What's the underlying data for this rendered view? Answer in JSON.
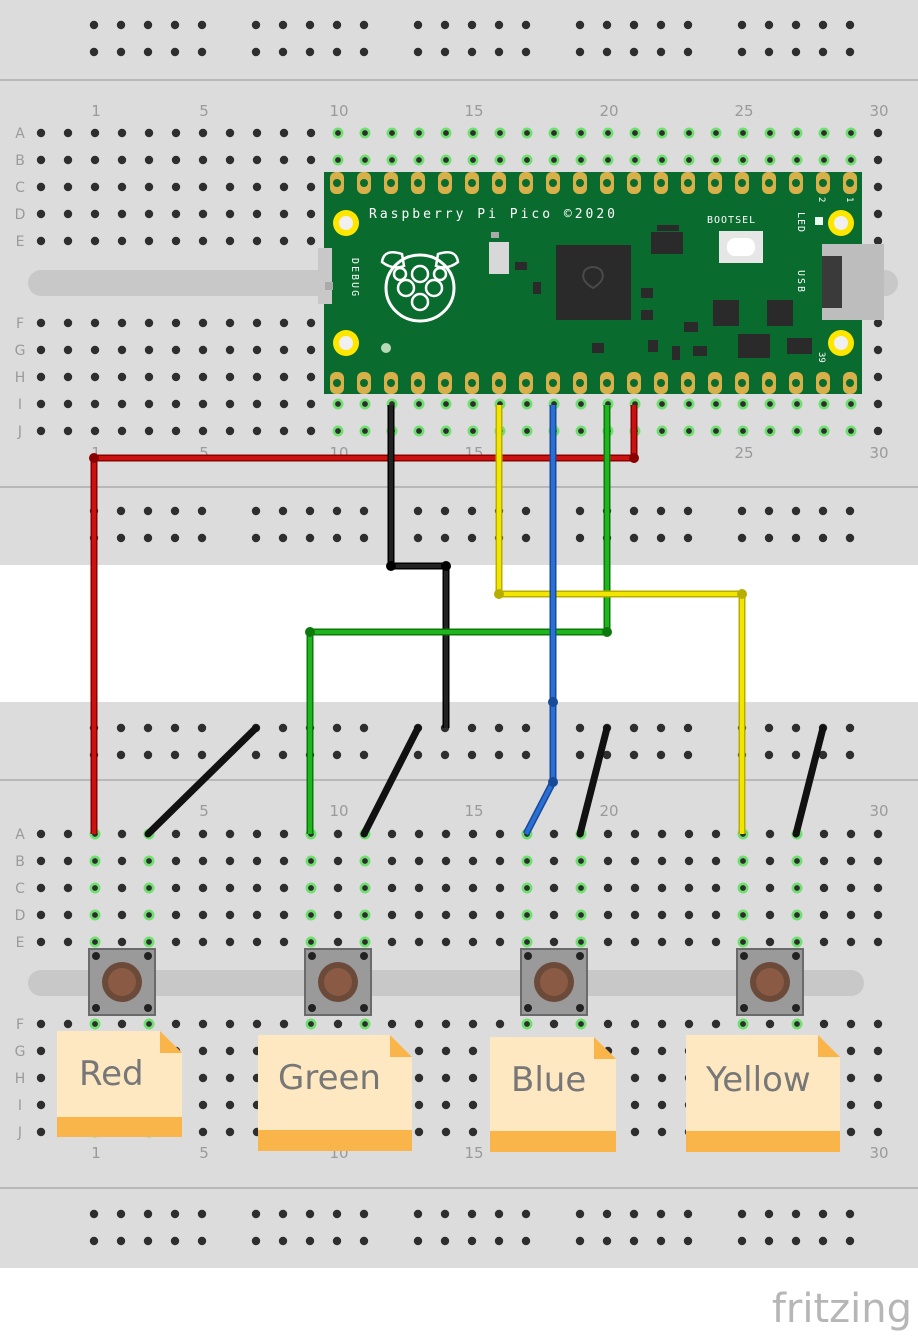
{
  "breadboard": {
    "column_labels": [
      "1",
      "5",
      "10",
      "15",
      "20",
      "25",
      "30"
    ],
    "row_labels_top": [
      "A",
      "B",
      "C",
      "D",
      "E"
    ],
    "row_labels_bottom": [
      "F",
      "G",
      "H",
      "I",
      "J"
    ]
  },
  "pico": {
    "title": "Raspberry Pi Pico ©2020",
    "bootsel_label": "BOOTSEL",
    "led_label": "LED",
    "debug_label": "DEBUG",
    "usb_label": "USB",
    "pin_first": "1",
    "pin_second": "2",
    "pin_last": "39"
  },
  "buttons": [
    {
      "label": "Red"
    },
    {
      "label": "Green"
    },
    {
      "label": "Blue"
    },
    {
      "label": "Yellow"
    }
  ],
  "wires": [
    {
      "name": "red-wire",
      "color": "#cc1111"
    },
    {
      "name": "black-wire",
      "color": "#222222"
    },
    {
      "name": "yellow-wire",
      "color": "#f2e600"
    },
    {
      "name": "blue-wire",
      "color": "#2a6fd6"
    },
    {
      "name": "green-wire",
      "color": "#1eb51e"
    }
  ],
  "brand": "fritzing",
  "colors": {
    "breadboard": "#dcdcdc",
    "pico_board": "#0a6b2e",
    "note": "#fde8c2",
    "note_band": "#f9b54a"
  }
}
